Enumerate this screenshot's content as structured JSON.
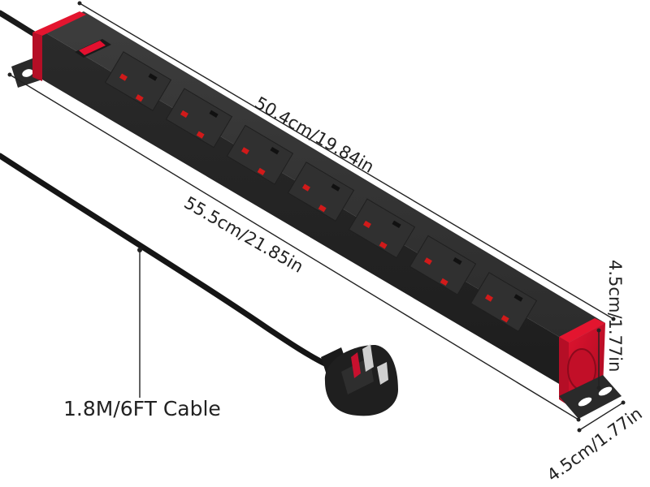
{
  "dimensions": {
    "length_top": "50.4cm/19.84in",
    "length_total": "55.5cm/21.85in",
    "height": "4.5cm/1.77in",
    "width": "4.5cm/1.77in"
  },
  "cable": {
    "label": "1.8M/6FT Cable"
  },
  "product": {
    "socket_count": 7,
    "colors": {
      "body": "#2b2b2b",
      "top": "#343434",
      "accent": "#c8102e",
      "switch": "#e3102f",
      "slot": "#d11a1a"
    }
  }
}
